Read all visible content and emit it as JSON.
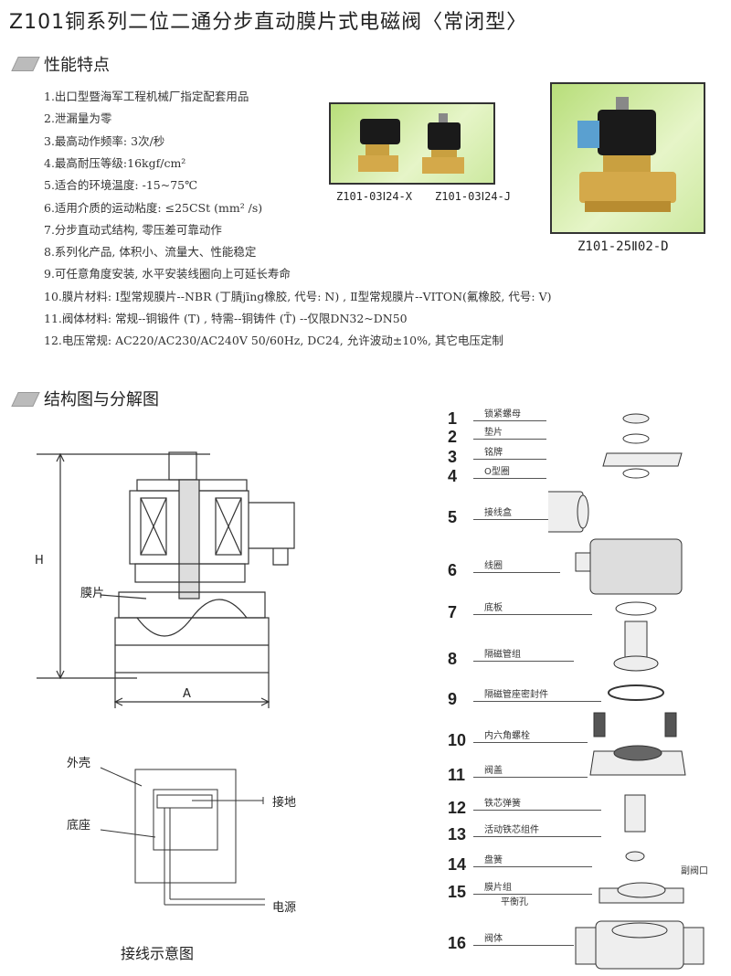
{
  "title": "Z101铜系列二位二通分步直动膜片式电磁阀〈常闭型〉",
  "sections": {
    "features": "性能特点",
    "structure": "结构图与分解图"
  },
  "features": [
    "1.出口型暨海军工程机械厂指定配套用品",
    "2.泄漏量为零",
    "3.最高动作频率: 3次/秒",
    "4.最高耐压等级:16kgf/cm²",
    "5.适合的环境温度: -15~75℃",
    "6.适用介质的运动粘度: ≤25CSt (mm² /s)",
    "7.分步直动式结构, 零压差可靠动作",
    "8.系列化产品, 体积小、流量大、性能稳定",
    "9.可任意角度安装, 水平安装线圈向上可延长寿命",
    "10.膜片材料: Ⅰ型常规膜片--NBR (丁腈jīng橡胶, 代号: N) , Ⅱ型常规膜片--VITON(氟橡胶, 代号: V)",
    "11.阀体材料: 常规--铜锻件 (T) , 特需--铜铸件 (T̄) --仅限DN32~DN50",
    "12.电压常规: AC220/AC230/AC240V  50/60Hz, DC24, 允许波动±10%, 其它电压定制"
  ],
  "photos": {
    "cap1": "Z101-03Ⅰ24-X",
    "cap2": "Z101-03Ⅰ24-J",
    "cap3": "Z101-25Ⅱ02-D"
  },
  "section_diagram": {
    "diaphragm": "膜片",
    "h": "H",
    "a": "A"
  },
  "wiring": {
    "shell": "外壳",
    "base": "底座",
    "ground": "接地",
    "power": "电源",
    "caption": "接线示意图"
  },
  "parts": [
    {
      "n": "1",
      "label": "锁紧螺母"
    },
    {
      "n": "2",
      "label": "垫片"
    },
    {
      "n": "3",
      "label": "铭牌"
    },
    {
      "n": "4",
      "label": "O型圈"
    },
    {
      "n": "5",
      "label": "接线盒"
    },
    {
      "n": "6",
      "label": "线圈"
    },
    {
      "n": "7",
      "label": "底板"
    },
    {
      "n": "8",
      "label": "隔磁管组"
    },
    {
      "n": "9",
      "label": "隔磁管座密封件"
    },
    {
      "n": "10",
      "label": "内六角螺栓"
    },
    {
      "n": "11",
      "label": "阀盖"
    },
    {
      "n": "12",
      "label": "铁芯弹簧"
    },
    {
      "n": "13",
      "label": "活动铁芯组件"
    },
    {
      "n": "14",
      "label": "盘簧"
    },
    {
      "n": "15",
      "label": "膜片组"
    },
    {
      "n": "16",
      "label": "阀体"
    }
  ],
  "part15_extra": {
    "balance_hole": "平衡孔",
    "pilot_port": "副阀口"
  }
}
